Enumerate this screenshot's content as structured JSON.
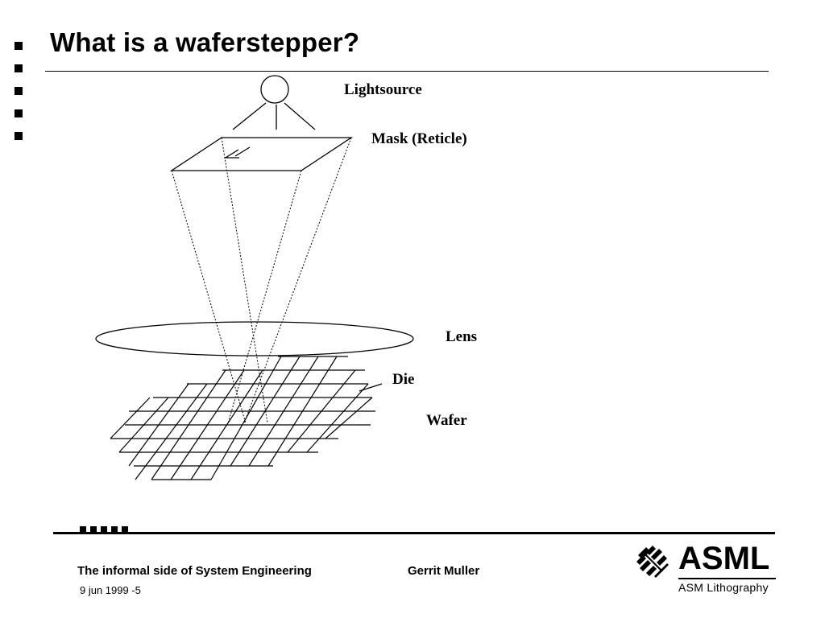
{
  "slide": {
    "title": "What is a waferstepper?"
  },
  "diagram": {
    "labels": {
      "lightsource": "Lightsource",
      "mask": "Mask (Reticle)",
      "lens": "Lens",
      "die": "Die",
      "wafer": "Wafer"
    }
  },
  "footer": {
    "course": "The informal side of System Engineering",
    "author": "Gerrit Muller",
    "date": "9 jun 1999 -5",
    "logo": {
      "wordmark": "ASML",
      "subtitle": "ASM Lithography"
    }
  }
}
